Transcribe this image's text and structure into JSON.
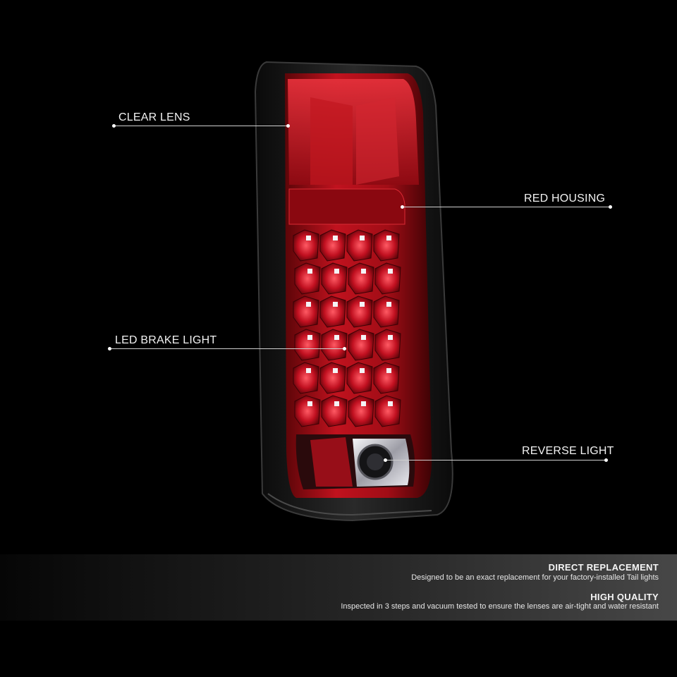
{
  "callouts": {
    "clear_lens": "CLEAR LENS",
    "red_housing": "RED HOUSING",
    "led_brake_light": "LED BRAKE LIGHT",
    "reverse_light": "REVERSE LIGHT"
  },
  "features": [
    {
      "title": "DIRECT REPLACEMENT",
      "description": "Designed to be an exact replacement for your factory-installed Tail lights"
    },
    {
      "title": "HIGH QUALITY",
      "description": "Inspected in 3 steps and vacuum tested to ensure the lenses are air-tight and water resistant"
    }
  ],
  "colors": {
    "background": "#000000",
    "housing_red": "#b0101c",
    "frame": "#1c1c1c",
    "lens_chrome": "#d9d9e0"
  }
}
